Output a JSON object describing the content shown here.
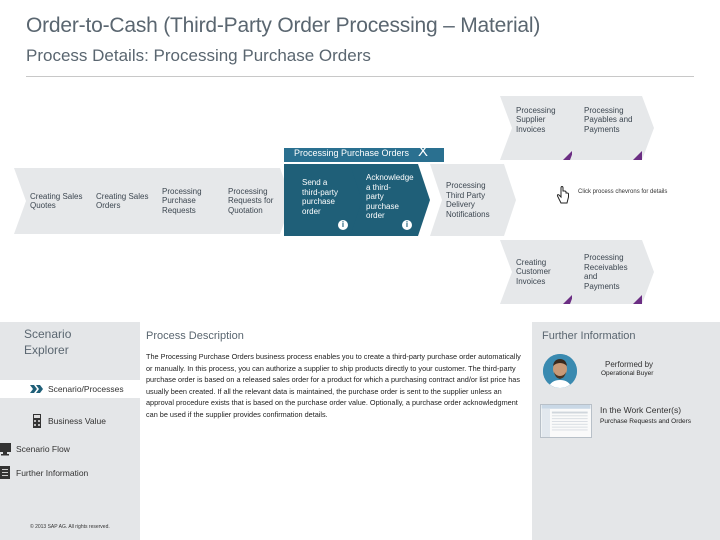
{
  "header": {
    "title": "Order-to-Cash (Third-Party Order Processing – Material)",
    "subtitle": "Process Details: Processing Purchase Orders"
  },
  "flow": {
    "top_row": [
      {
        "label": "Processing Supplier Invoices"
      },
      {
        "label": "Processing Payables and Payments"
      }
    ],
    "main_row": [
      {
        "label": "Creating Sales Quotes"
      },
      {
        "label": "Creating Sales Orders"
      },
      {
        "label": "Processing Purchase Requests"
      },
      {
        "label": "Processing Requests for Quotation"
      }
    ],
    "expanded_process": {
      "label": "Processing Purchase Orders",
      "close_glyph": "X",
      "steps": [
        {
          "label": "Send a third-party purchase order",
          "info": "i"
        },
        {
          "label": "Acknowledge a third-party purchase order",
          "info": "i"
        }
      ]
    },
    "after_row": [
      {
        "label": "Processing Third Party Delivery Notifications"
      }
    ],
    "bottom_row": [
      {
        "label": "Creating Customer Invoices"
      },
      {
        "label": "Processing Receivables and Payments"
      }
    ],
    "click_hint": "Click process chevrons for details",
    "colors": {
      "light_chevron": "#e6e8ea",
      "mid_chevron": "#d4d8dc",
      "teal": "#1f5f78",
      "teal_band": "#2a7090",
      "accent_corner": "#6b2d83"
    }
  },
  "explorer": {
    "title_line1": "Scenario",
    "title_line2": "Explorer",
    "items": [
      {
        "label": "Scenario/Processes",
        "icon": "chevron-arrows-icon",
        "active": true
      },
      {
        "label": "Business Value",
        "icon": "calculator-icon",
        "active": false
      },
      {
        "label": "Scenario Flow",
        "icon": "monitor-icon",
        "active": false
      },
      {
        "label": "Further Information",
        "icon": "document-icon",
        "active": false
      }
    ],
    "copyright": "© 2013 SAP AG. All rights reserved."
  },
  "description": {
    "title": "Process Description",
    "text": "The Processing Purchase Orders business process enables you to create a third-party purchase order automatically or manually. In this process, you can authorize a supplier to ship products directly to your customer. The third-party purchase order is based on a released sales order for a product for which a purchasing contract and/or list price has usually been created. If all the relevant data is maintained, the purchase order is sent to the supplier unless an approval procedure exists that is based on the purchase order value. Optionally, a purchase order acknowledgment can be used if the supplier provides confirmation details."
  },
  "further": {
    "title": "Further Information",
    "performed_by_label": "Performed by",
    "performed_by_value": "Operational Buyer",
    "work_center_label": "In the Work Center(s)",
    "work_center_value": "Purchase Requests and Orders"
  }
}
